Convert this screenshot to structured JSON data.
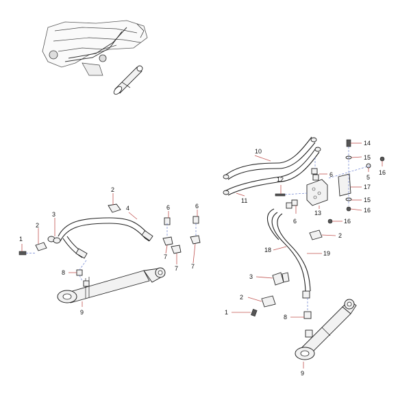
{
  "callouts": {
    "left": {
      "n1": "1",
      "n2a": "2",
      "n2b": "2",
      "n3": "3",
      "n4": "4",
      "n6a": "6",
      "n6b": "6",
      "n7a": "7",
      "n7b": "7",
      "n7c": "7",
      "n8": "8",
      "n9": "9"
    },
    "right": {
      "n1": "1",
      "n2a": "2",
      "n2b": "2",
      "n3": "3",
      "n5": "5",
      "n6a": "6",
      "n6b": "6",
      "n8": "8",
      "n9": "9",
      "n10": "10",
      "n11": "11",
      "n12": "12",
      "n13": "13",
      "n14": "14",
      "n15a": "15",
      "n15b": "15",
      "n16a": "16",
      "n16b": "16",
      "n16c": "16",
      "n17": "17",
      "n18": "18",
      "n19": "19"
    }
  },
  "colors": {
    "leader": "#c0504d",
    "centerline": "#6a7fd0",
    "line": "#222222"
  }
}
